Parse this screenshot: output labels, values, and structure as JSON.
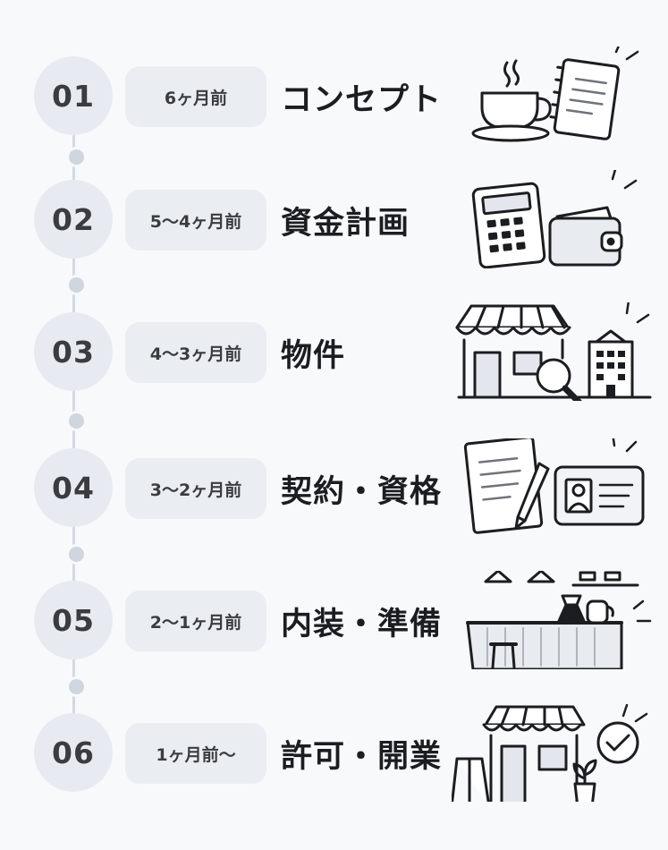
{
  "steps": [
    {
      "number": "01",
      "period": "6ヶ月前",
      "title": "コンセプト",
      "icon": "coffee-cup-and-notebook-icon"
    },
    {
      "number": "02",
      "period": "5〜4ヶ月前",
      "title": "資金計画",
      "icon": "calculator-and-wallet-icon"
    },
    {
      "number": "03",
      "period": "4〜3ヶ月前",
      "title": "物件",
      "icon": "storefront-search-building-icon"
    },
    {
      "number": "04",
      "period": "3〜2ヶ月前",
      "title": "契約・資格",
      "icon": "contract-pen-id-card-icon"
    },
    {
      "number": "05",
      "period": "2〜1ヶ月前",
      "title": "内装・準備",
      "icon": "cafe-counter-interior-icon"
    },
    {
      "number": "06",
      "period": "1ヶ月前〜",
      "title": "許可・開業",
      "icon": "open-store-checkmark-icon"
    }
  ],
  "colors": {
    "background": "#f8f9fb",
    "circle": "#e7ebf1",
    "pill": "#eaeef3",
    "timeline": "#d3d9e2",
    "ink": "#1c1d20"
  }
}
